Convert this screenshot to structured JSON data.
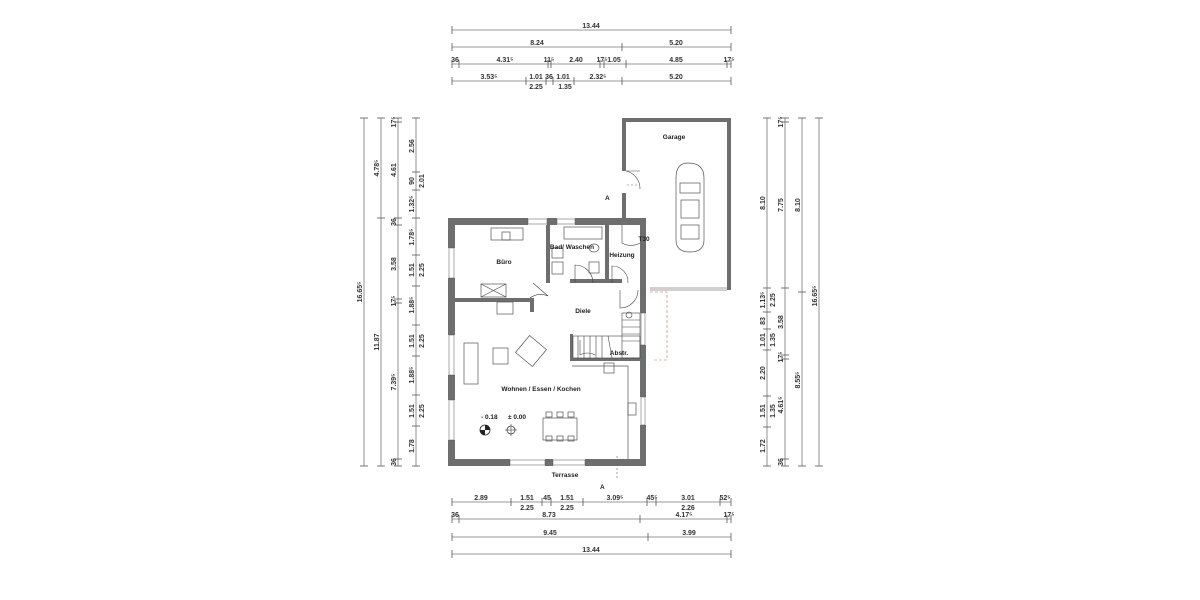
{
  "drawing": {
    "type": "floor-plan",
    "units": "m"
  },
  "rooms": [
    {
      "id": "garage",
      "label": "Garage"
    },
    {
      "id": "buero",
      "label": "Büro"
    },
    {
      "id": "bad",
      "label": "Bad/ Waschen"
    },
    {
      "id": "heizung",
      "label": "Heizung"
    },
    {
      "id": "diele",
      "label": "Diele"
    },
    {
      "id": "abstr",
      "label": "Abstr."
    },
    {
      "id": "wohnen",
      "label": "Wohnen / Essen / Kochen"
    },
    {
      "id": "terrasse",
      "label": "Terrasse"
    }
  ],
  "annotations": {
    "fire_door": "T30",
    "section_marker": "A",
    "level_outside": "- 0.18",
    "level_floor": "± 0.00"
  },
  "dimensions": {
    "top": {
      "row1": [
        "13.44"
      ],
      "row2": [
        "8.24",
        "5.20"
      ],
      "row3": [
        "36",
        "4.31⁵",
        "11⁵",
        "2.40",
        "17⁵",
        "1.05",
        "4.85",
        "17⁵"
      ],
      "row4": [
        "3.53⁵",
        "1.01",
        "36",
        "1.01",
        "2.32⁵",
        "5.20"
      ],
      "row4_sub": [
        "2.25",
        "1.35"
      ]
    },
    "bottom": {
      "row1": [
        "2.89",
        "1.51",
        "45",
        "1.51",
        "3.09⁵",
        "45⁵",
        "3.01",
        "52⁵"
      ],
      "row1_sub": [
        "2.25",
        "2.25",
        "2.26"
      ],
      "row2": [
        "36",
        "8.73",
        "4.17⁵",
        "17⁵"
      ],
      "row3": [
        "9.45",
        "3.99"
      ],
      "row4": [
        "13.44"
      ]
    },
    "left": {
      "outer": [
        "16.65⁵"
      ],
      "second": [
        "4.78⁵",
        "11.87"
      ],
      "third": [
        "17⁵",
        "4.61",
        "36",
        "3.58",
        "17⁵",
        "7.39⁵",
        "36"
      ],
      "inner": [
        "2.56",
        "90",
        "1.32⁵",
        "1.78⁵",
        "1.51",
        "1.88⁵",
        "1.51",
        "1.88⁵",
        "1.51",
        "1.78"
      ],
      "inner_sub": [
        "2.01",
        "2.25",
        "2.25",
        "2.25"
      ]
    },
    "right": {
      "inner": [
        "8.10",
        "1.13⁵",
        "83",
        "1.01",
        "2.20",
        "1.51",
        "1.72"
      ],
      "inner_sub": [
        "2.25",
        "1.35",
        "1.35"
      ],
      "second": [
        "17⁵",
        "7.75",
        "3.58",
        "17⁵",
        "4.61⁵",
        "36"
      ],
      "third": [
        "8.10",
        "8.55⁵"
      ],
      "outer": [
        "16.65⁵"
      ]
    }
  }
}
